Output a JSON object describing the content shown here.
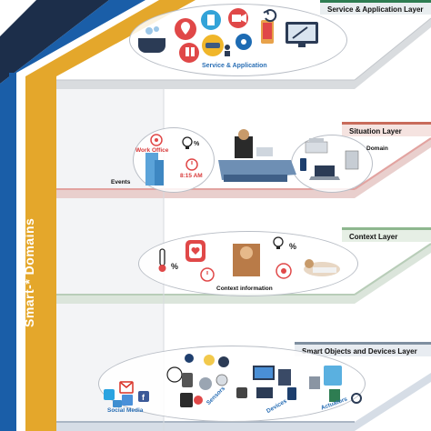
{
  "domains_label": "Smart-* Domains",
  "layers": {
    "service": {
      "title": "Service & Application Layer",
      "caption": "Service & Application",
      "color": "#2e7d52"
    },
    "situation": {
      "title": "Situation Layer",
      "color": "#c86b5b",
      "labels": {
        "work_office": "Work Office",
        "time": "8:15 AM",
        "events": "Events",
        "domain": "Domain"
      }
    },
    "context": {
      "title": "Context Layer",
      "color": "#8db78e",
      "labels": {
        "context_info": "Context information",
        "temp_pct": "%",
        "light_pct": "%"
      }
    },
    "objects": {
      "title": "Smart Objects and Devices Layer",
      "color": "#7f8fa0",
      "labels": {
        "social_media": "Social Media",
        "sensors": "Sensors",
        "devices": "Devices",
        "actuators": "Actuators"
      }
    }
  },
  "colors": {
    "navy": "#1c2e4a",
    "blue": "#1a5ea8",
    "gold": "#e4a72b",
    "red": "#d83a3a"
  }
}
